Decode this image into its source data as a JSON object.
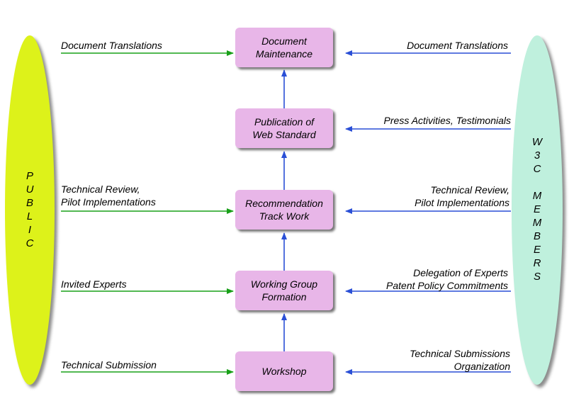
{
  "public": {
    "label": "PUBLIC",
    "color": "#ddf21a"
  },
  "members": {
    "label": "W3C MEMBERS",
    "color": "#bff0dd"
  },
  "colors": {
    "box": "#e8b6e8",
    "public_arrow": "#18a018",
    "member_arrow": "#2a4fd6",
    "flow_arrow": "#2a4fd6"
  },
  "boxes": [
    {
      "id": "maintenance",
      "text": "Document\nMaintenance"
    },
    {
      "id": "publication",
      "text": "Publication of\nWeb Standard"
    },
    {
      "id": "recommendation",
      "text": "Recommendation\nTrack Work"
    },
    {
      "id": "working-group",
      "text": "Working Group\nFormation"
    },
    {
      "id": "workshop",
      "text": "Workshop"
    }
  ],
  "public_inputs": [
    {
      "target": "maintenance",
      "text": "Document Translations"
    },
    {
      "target": "recommendation",
      "text": "Technical Review,\nPilot Implementations"
    },
    {
      "target": "working-group",
      "text": "Invited Experts"
    },
    {
      "target": "workshop",
      "text": "Technical Submission"
    }
  ],
  "member_inputs": [
    {
      "target": "maintenance",
      "text": "Document Translations"
    },
    {
      "target": "publication",
      "text": "Press Activities, Testimonials"
    },
    {
      "target": "recommendation",
      "text": "Technical Review,\nPilot Implementations"
    },
    {
      "target": "working-group",
      "text": "Delegation of Experts\nPatent Policy Commitments"
    },
    {
      "target": "workshop",
      "text": "Technical Submissions\nOrganization"
    }
  ]
}
